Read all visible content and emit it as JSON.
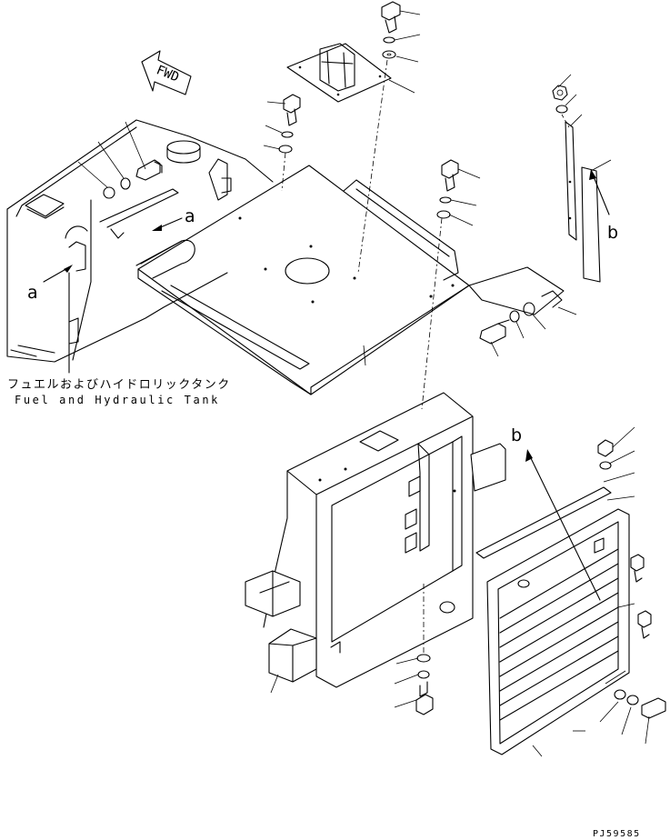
{
  "labels": {
    "fwd": "FWD",
    "callout_a": "a",
    "callout_b": "b",
    "tank_name_jp": "フュエルおよびハイドロリックタンク",
    "tank_name_en": "Fuel and Hydraulic Tank",
    "drawing_number": "PJ59585"
  }
}
